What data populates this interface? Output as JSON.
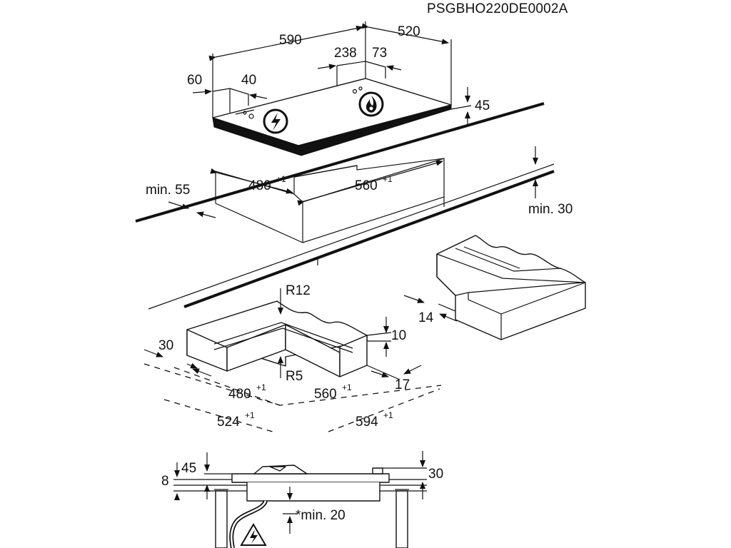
{
  "doc_code": "PSGBHO220DE0002A",
  "top_view": {
    "width": "590",
    "depth": "520",
    "gas_offset_x": "238",
    "gas_offset_y": "73",
    "elec_offset_x": "60",
    "elec_offset_y": "40",
    "height": "45"
  },
  "cutout": {
    "min_front": "min. 55",
    "depth": "480",
    "depth_tol": "+1",
    "width": "560",
    "width_tol": "+1",
    "min_back": "min. 30"
  },
  "frame": {
    "r_outer": "R12",
    "r_inner": "R5",
    "side": "30",
    "top_h": "10",
    "side_right": "17",
    "depth": "480",
    "depth_tol": "+1",
    "width": "560",
    "width_tol": "+1",
    "outer_depth": "524",
    "outer_depth_tol": "+1",
    "outer_width": "594",
    "outer_width_tol": "+1",
    "corner": "14"
  },
  "side_view": {
    "top": "45",
    "worktop": "8",
    "right": "30",
    "clearance": "*min. 20"
  },
  "icons": [
    "electric-icon",
    "gas-flame-icon",
    "electric-warning-icon"
  ]
}
